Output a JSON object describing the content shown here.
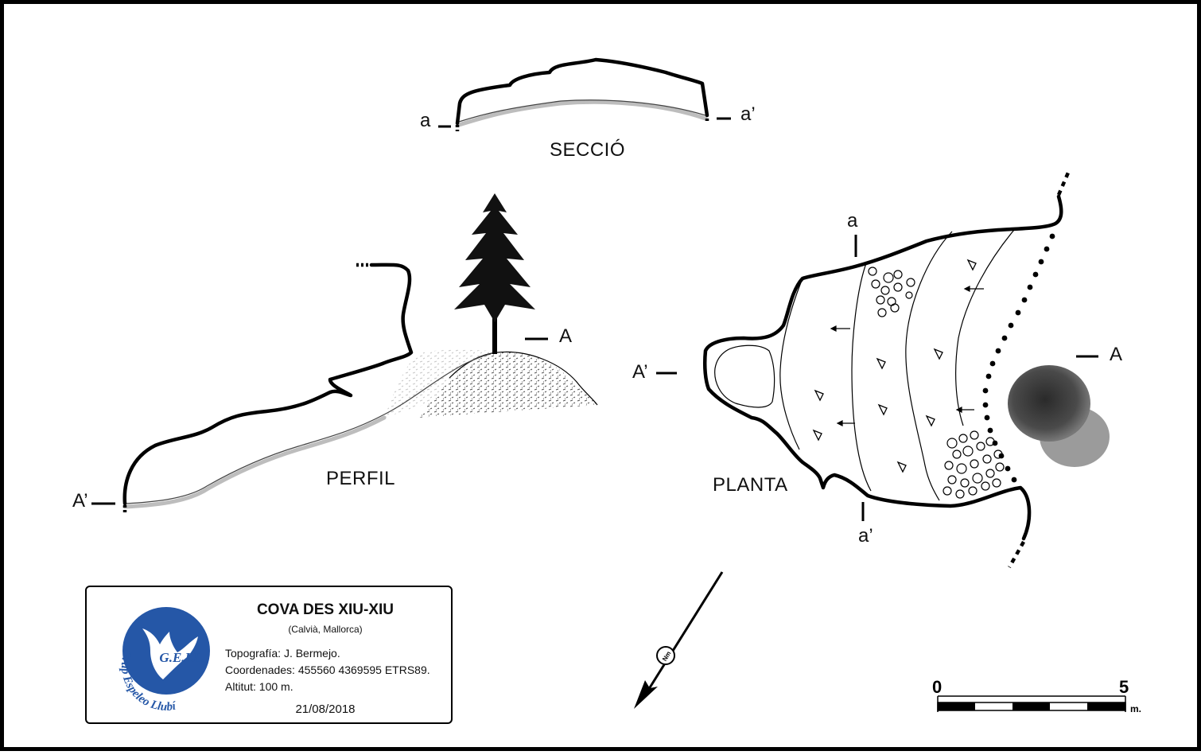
{
  "section": {
    "title": "SECCIÓ",
    "label_left": "a",
    "label_right": "a’"
  },
  "profile": {
    "title": "PERFIL",
    "label_left": "A’",
    "label_right": "A"
  },
  "plan": {
    "title": "PLANTA",
    "label_top": "a",
    "label_bottom": "a’",
    "label_left": "A’",
    "label_right": "A"
  },
  "north_arrow": {
    "label": "Nm"
  },
  "scale_bar": {
    "start_label": "0",
    "end_label": "5",
    "unit": "m."
  },
  "legend": {
    "title": "COVA DES XIU-XIU",
    "subtitle": "(Calvià, Mallorca)",
    "lines": [
      "Topografía: J. Bermejo.",
      "Coordenades: 455560 4369595 ETRS89.",
      "Altitut: 100 m."
    ],
    "date": "21/08/2018",
    "logo_text": "G.E.LL.",
    "logo_ring_text": "Grup Espeleo Llubí"
  },
  "colors": {
    "ink": "#000000",
    "logo_blue": "#2557a7",
    "sediment": "#bdbdbd",
    "bush": "#3a3a3a"
  }
}
